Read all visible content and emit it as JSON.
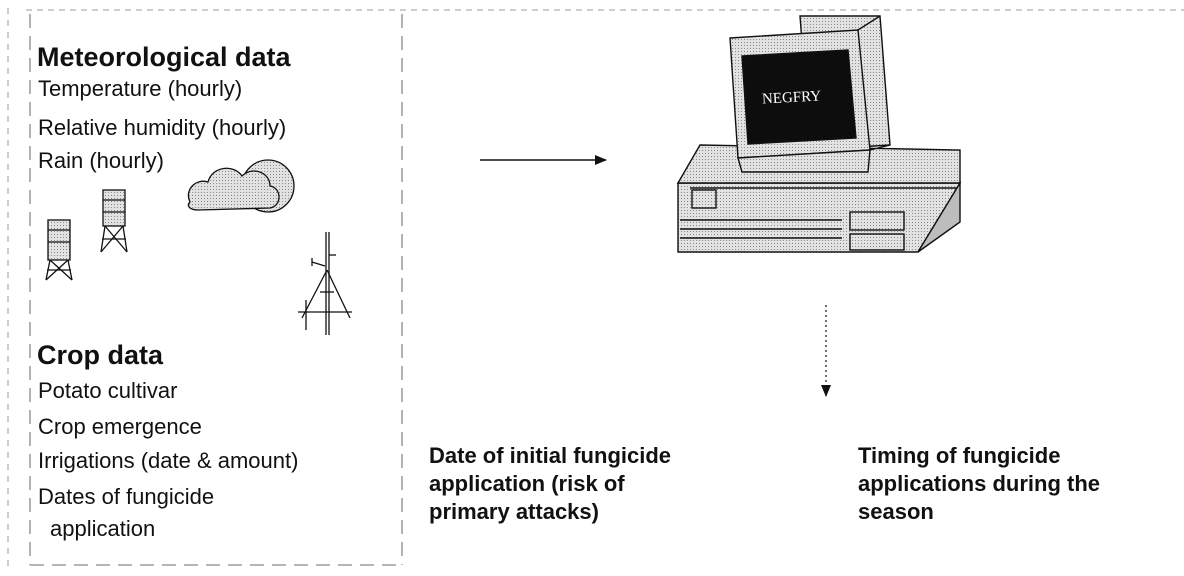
{
  "inputs": {
    "meteorological": {
      "heading": "Meteorological data",
      "items": [
        "Temperature (hourly)",
        "Relative humidity (hourly)",
        "Rain (hourly)"
      ]
    },
    "crop": {
      "heading": "Crop data",
      "items": [
        "Potato cultivar",
        "Crop emergence",
        "Irrigations (date & amount)",
        "Dates of fungicide",
        "application"
      ]
    }
  },
  "model": {
    "screen_label": "NEGFRY"
  },
  "outputs": {
    "initial": {
      "lines": [
        "Date of initial fungicide",
        "application (risk of",
        "primary attacks)"
      ]
    },
    "timing": {
      "lines": [
        "Timing of fungicide",
        "applications during the",
        "season"
      ]
    }
  },
  "colors": {
    "ink": "#111111",
    "screen": "#0d0d0d",
    "cabinet": "#cfcfcf",
    "dashed_border": "#8a8a8a"
  },
  "icons": {
    "weather_station": "weather-station-icon",
    "cloud_sun": "cloud-sun-icon",
    "mast": "instrument-mast-icon",
    "computer": "desktop-computer-icon"
  }
}
